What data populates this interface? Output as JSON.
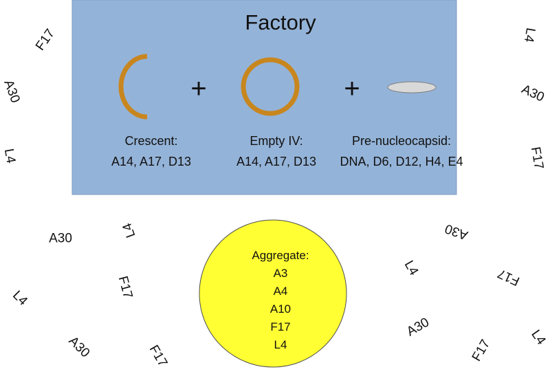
{
  "factory": {
    "title": "Factory",
    "background": "#94B3D8",
    "components": [
      {
        "name": "Crescent:",
        "proteins": "A14, A17, D13"
      },
      {
        "name": "Empty IV:",
        "proteins": "A14, A17, D13"
      },
      {
        "name": "Pre-nucleocapsid:",
        "proteins": "DNA, D6, D12, H4, E4"
      }
    ],
    "operator": "+",
    "membrane_color": "#C8861E"
  },
  "aggregate": {
    "title": "Aggregate:",
    "proteins": [
      "A3",
      "A4",
      "A10",
      "F17",
      "L4"
    ],
    "fill": "#FFFF33"
  },
  "scattered_labels": [
    "F17",
    "A30",
    "L4",
    "L4",
    "A30",
    "F17",
    "A30",
    "L4",
    "F17",
    "L4",
    "A30",
    "F17",
    "A30",
    "L4",
    "F17",
    "A30",
    "F17",
    "L4"
  ]
}
